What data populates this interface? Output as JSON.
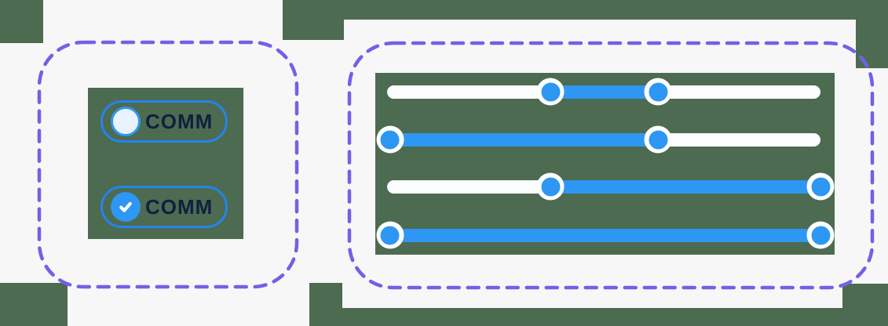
{
  "colors": {
    "background_green": "#4c6b50",
    "surface_light": "#f7f7f8",
    "accent_blue": "#2e97f3",
    "toggle_outline_blue": "#2484ee",
    "dash_purple": "#7460e6",
    "track_white": "#fbfcfd",
    "label_navy": "#0f2040",
    "knob_unchecked_fill": "#e9f2fd"
  },
  "toggle_card": {
    "toggles": [
      {
        "label": "COMM",
        "checked": false
      },
      {
        "label": "COMM",
        "checked": true,
        "knob_icon": "check-icon"
      }
    ]
  },
  "slider_card": {
    "sliders": [
      {
        "handles_pct": [
          37.7,
          62.5
        ],
        "fill_pct": [
          37.7,
          62.5
        ]
      },
      {
        "handles_pct": [
          0.7,
          62.5
        ],
        "fill_pct": [
          0,
          62.5
        ]
      },
      {
        "handles_pct": [
          37.7,
          100
        ],
        "fill_pct": [
          37.7,
          100
        ]
      },
      {
        "handles_pct": [
          0.7,
          100
        ],
        "fill_pct": [
          0,
          100
        ]
      }
    ]
  }
}
